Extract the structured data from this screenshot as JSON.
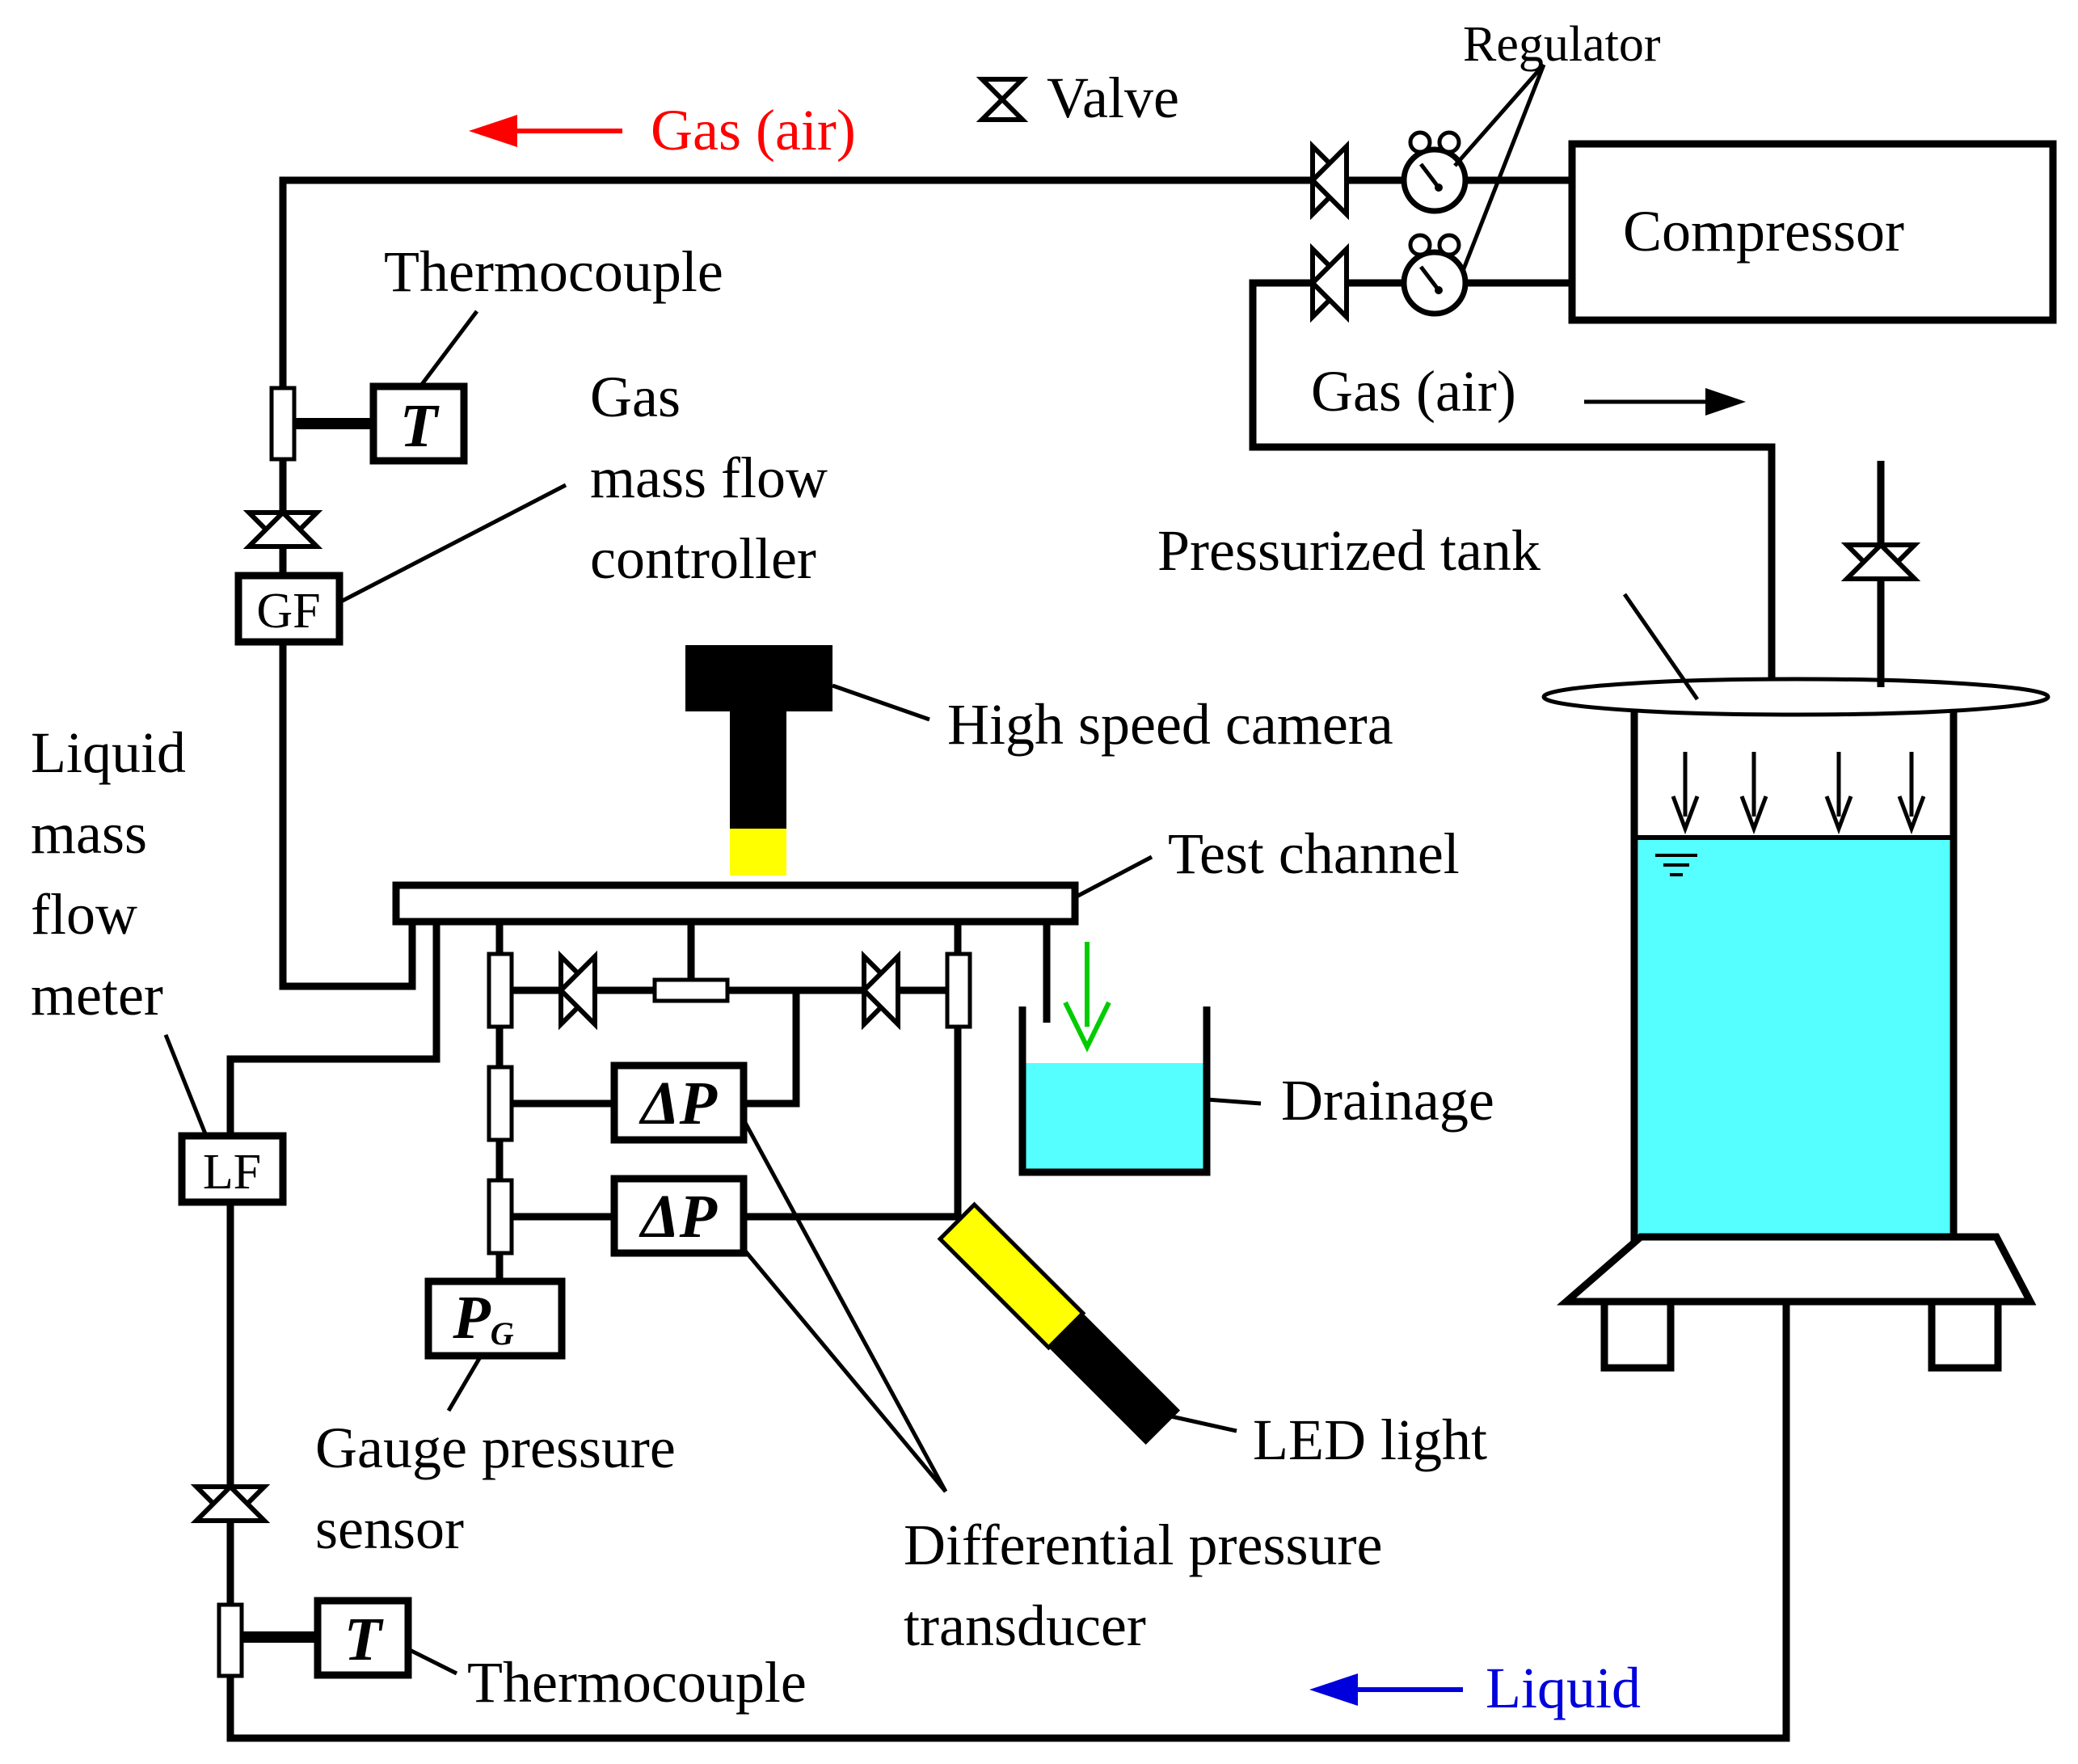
{
  "labels": {
    "regulator": "Regulator",
    "valve": "Valve",
    "gas_out": "Gas (air)",
    "gas_in": "Gas (air)",
    "compressor": "Compressor",
    "thermocouple_top": "Thermocouple",
    "gas_mfc": [
      "Gas",
      "mass flow",
      "controller"
    ],
    "pressurized_tank": "Pressurized tank",
    "high_speed_camera": "High speed camera",
    "test_channel": "Test channel",
    "liquid_mfm": [
      "Liquid",
      "mass",
      "flow",
      "meter"
    ],
    "drainage": "Drainage",
    "gauge_sensor": [
      "Gauge pressure",
      "sensor"
    ],
    "led_light": "LED light",
    "diff_transducer": [
      "Differential pressure",
      "transducer"
    ],
    "thermocouple_bottom": "Thermocouple",
    "liquid": "Liquid"
  },
  "symbols": {
    "temp_top": "T",
    "temp_bottom": "T",
    "gas_flow": "GF",
    "liquid_flow": "LF",
    "delta_p_1": "ΔP",
    "delta_p_2": "ΔP",
    "gauge_p": "P",
    "gauge_p_sub": "G"
  },
  "colors": {
    "gas_out_arrow": "#ff0000",
    "liquid_arrow": "#0000dd",
    "water": "#55ffff",
    "camera_lens": "#ffff00",
    "drain_arrow": "#00cc00",
    "ink": "#000000"
  }
}
